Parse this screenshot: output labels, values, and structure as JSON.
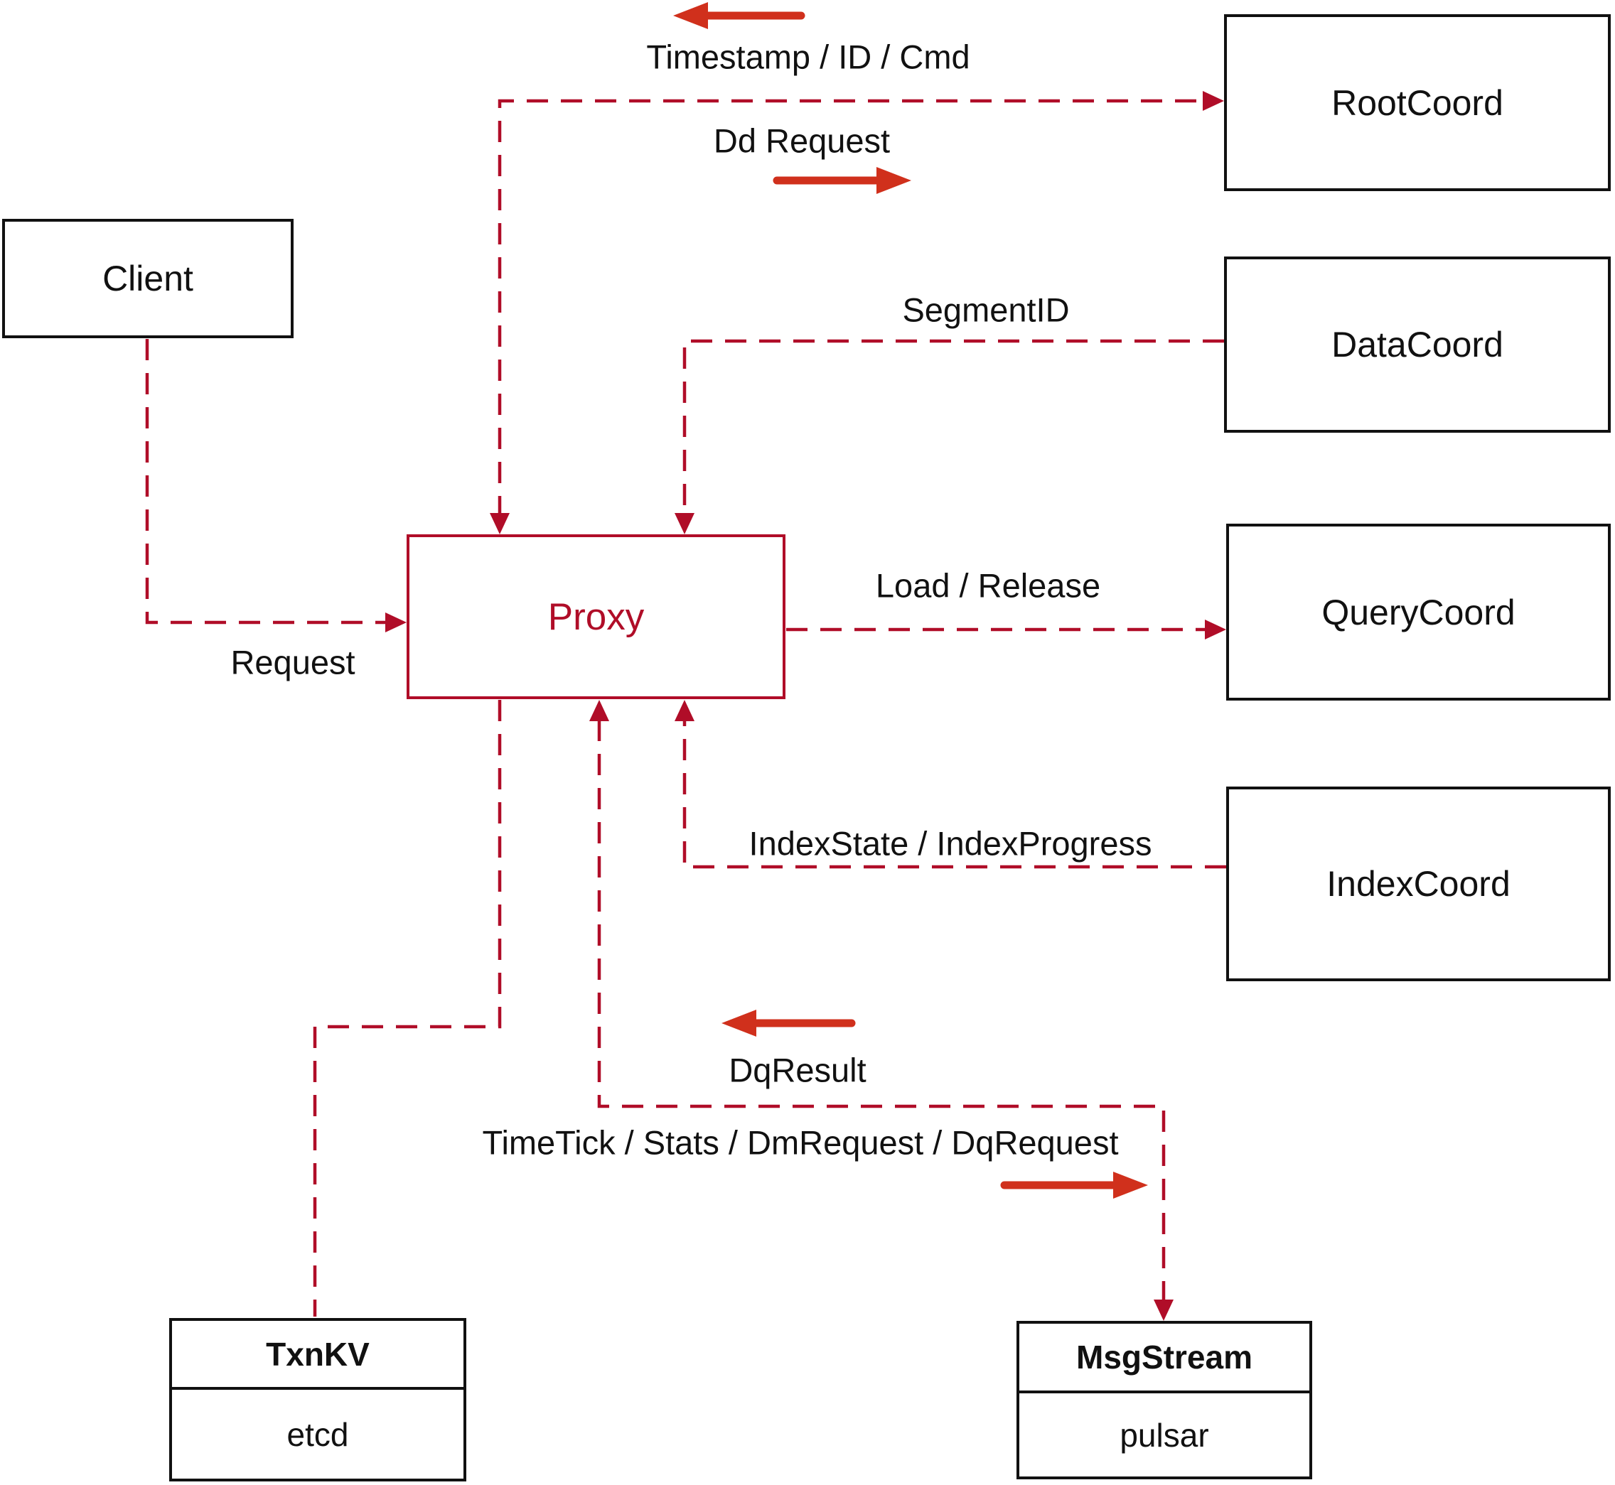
{
  "colors": {
    "background": "#ffffff",
    "dashed_line": "#b00d28",
    "thick_arrow": "#d0301c",
    "box_border": "#111111",
    "text": "#111111"
  },
  "nodes": {
    "client": {
      "label": "Client"
    },
    "proxy": {
      "label": "Proxy"
    },
    "root_coord": {
      "label": "RootCoord"
    },
    "data_coord": {
      "label": "DataCoord"
    },
    "query_coord": {
      "label": "QueryCoord"
    },
    "index_coord": {
      "label": "IndexCoord"
    },
    "txn_kv": {
      "title": "TxnKV",
      "implementation": "etcd"
    },
    "msg_stream": {
      "title": "MsgStream",
      "implementation": "pulsar"
    }
  },
  "edge_labels": {
    "timestamp": "Timestamp / ID / Cmd",
    "dd_request": "Dd Request",
    "segment_id": "SegmentID",
    "load_release": "Load / Release",
    "index_state": "IndexState / IndexProgress",
    "request": "Request",
    "dq_result": "DqResult",
    "time_tick": "TimeTick / Stats / DmRequest / DqRequest"
  }
}
